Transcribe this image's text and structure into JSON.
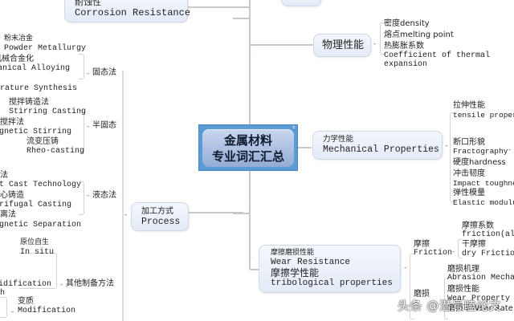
{
  "root": {
    "line1": "金属材料",
    "line2": "专业词汇汇总",
    "badge": "±"
  },
  "corrosion": {
    "zh": "耐蚀性",
    "en": "Corrosion Resistance"
  },
  "physical": {
    "title": "物理性能",
    "items": [
      "密度density",
      "熔点melting point",
      "热膨胀系数",
      "Coefficient of thermal",
      "expansion"
    ]
  },
  "mechanical": {
    "zh": "力学性能",
    "en": "Mechanical Properties",
    "items": {
      "tensile_zh": "拉伸性能",
      "tensile_en": "tensile proper",
      "fracto_zh": "断口形貌",
      "fracto_en": "Fractography",
      "hardness": "硬度hardness",
      "impact_zh": "冲击韧度",
      "impact_en": "Impact toughne",
      "elastic_zh": "弹性模量",
      "elastic_en": "Elastic modulu"
    }
  },
  "wear": {
    "zh1": "摩擦磨损性能",
    "en1": "Wear Resistance",
    "zh2": "摩擦学性能",
    "en2": "tribological properties",
    "friction_zh": "摩擦",
    "friction_en": "Friction",
    "coef_zh": "摩擦系数",
    "coef_en": "friction(al)",
    "dry_zh": "干摩擦",
    "dry_en": "dry Friction",
    "wear_zh": "磨损",
    "mech_zh": "磨损机理",
    "mech_en": "Abrasion Mechan",
    "prop_zh": "磨损性能",
    "prop_en": "Wear Property",
    "rate": "磨损率Wear Rate"
  },
  "process": {
    "zh": "加工方式",
    "en": "Process",
    "solid": {
      "label": "固态法",
      "pm_zh": "粉末冶金",
      "pm_en": "Powder Metallurgy",
      "ma_zh": "机械合金化",
      "ma_en": "Mechanical Alloying",
      "shs_en": "Temperature Synthesis"
    },
    "semi": {
      "label": "半固态",
      "stir_zh": "搅拌铸造法",
      "stir_en": "Stirring Casting",
      "em_zh": "电磁搅拌法",
      "em_en": "Electromagnetic Stirring",
      "rheo_zh": "流变压铸",
      "rheo_en": "Rheo-casting"
    },
    "liquid": {
      "label": "液态法",
      "melt_zh": "熔体铸法",
      "melt_en": "Melt Cast Technology",
      "cent_zh": "离心铸造",
      "cent_en": "Centrifugal Casting",
      "mag_zh": "电磁分离法",
      "mag_en": "Electromagnetic Separation"
    },
    "other": {
      "label": "其他制备方法",
      "insitu_zh": "原位自生",
      "insitu_en": "In situ",
      "solid_en": "Solidification"
    },
    "mod": {
      "h": "h",
      "zh": "变质",
      "en": "Modification"
    }
  },
  "watermark": "头条 @潜号瞌论文"
}
